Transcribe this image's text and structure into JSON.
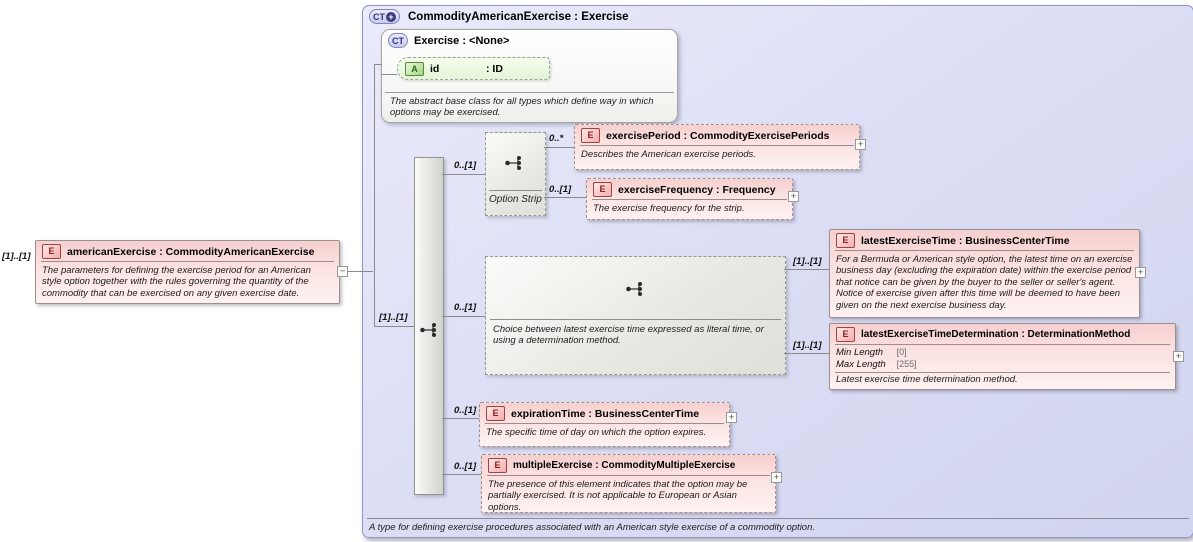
{
  "colors": {
    "container_fill": "#dcdef5",
    "container_border": "#9295c2",
    "element_fill": "#f7cfcf",
    "element_badge_border": "#a04343",
    "attribute_fill": "#edfae2",
    "group_fill": "#e9e9e4",
    "line": "#8a8a8a"
  },
  "symbols": {
    "element_badge": "E",
    "attribute_badge": "A",
    "complex_type_badge": "CT",
    "plus_badge": "+",
    "expand": "+",
    "collapse": "−"
  },
  "root": {
    "cardinality": "[1]..[1]",
    "element": {
      "title": "americanExercise : CommodityAmericanExercise",
      "description": "The parameters for defining the exercise period for an American style option together with the rules governing the quantity of the commodity that can be exercised on any given exercise date."
    }
  },
  "container": {
    "title": "CommodityAmericanExercise : Exercise",
    "footer": "A type for defining exercise procedures associated with an American style exercise of a commodity option.",
    "base": {
      "title": "Exercise : <None>",
      "attribute": {
        "name": "id",
        "type": ": ID"
      },
      "description": "The abstract base class for all types which define way in which options may be exercised."
    },
    "sequence_cardinality": "[1]..[1]",
    "option_strip": {
      "cardinality": "0..[1]",
      "label": "Option Strip",
      "exercise_period": {
        "cardinality": "0..*",
        "title": "exercisePeriod : CommodityExercisePeriods",
        "description": "Describes the American exercise periods."
      },
      "exercise_frequency": {
        "cardinality": "0..[1]",
        "title": "exerciseFrequency : Frequency",
        "description": "The exercise frequency for the strip."
      }
    },
    "choice": {
      "cardinality": "0..[1]",
      "description": "Choice between latest exercise time expressed as literal time, or using a determination method.",
      "latest_exercise_time": {
        "cardinality": "[1]..[1]",
        "title": "latestExerciseTime : BusinessCenterTime",
        "description": "For a Bermuda or American style option, the latest time on an exercise business day (excluding the expiration date) within the exercise period that notice can be given by the buyer to the seller or seller's agent. Notice of exercise given after this time will be deemed to have been given on the next exercise business day."
      },
      "latest_exercise_time_determination": {
        "cardinality": "[1]..[1]",
        "title": "latestExerciseTimeDetermination : DeterminationMethod",
        "facets": [
          {
            "name": "Min Length",
            "value": "[0]"
          },
          {
            "name": "Max Length",
            "value": "[255]"
          }
        ],
        "description": "Latest exercise time determination method."
      }
    },
    "expiration_time": {
      "cardinality": "0..[1]",
      "title": "expirationTime : BusinessCenterTime",
      "description": "The specific time of day on which the option expires."
    },
    "multiple_exercise": {
      "cardinality": "0..[1]",
      "title": "multipleExercise : CommodityMultipleExercise",
      "description": "The presence of this element indicates that the option may be partially exercised. It is not applicable to European or Asian options."
    }
  }
}
